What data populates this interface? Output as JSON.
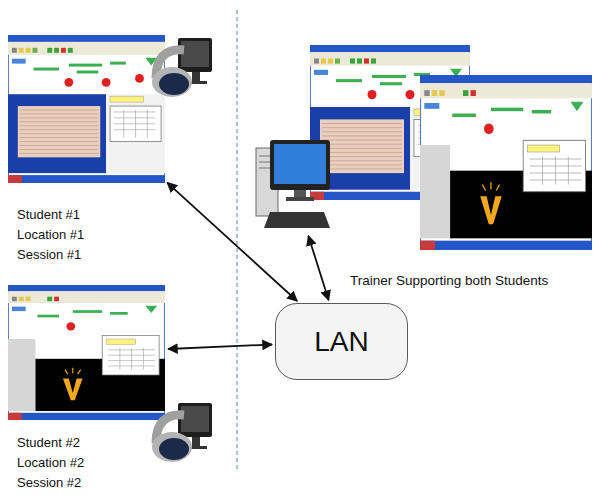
{
  "diagram": {
    "nodes": [
      {
        "text": [
          "Student #1 Location #1 Session #1"
        ]
      },
      {
        "text": [
          "Trainer Supporting both Students"
        ]
      },
      {
        "text": [
          "LAN"
        ]
      },
      {
        "text": [
          "Student #2 Location #2 Session #2"
        ]
      }
    ],
    "edges": [
      {
        "from": 2,
        "to": 0,
        "arrow": "both"
      },
      {
        "from": 2,
        "to": 1,
        "arrow": "both"
      },
      {
        "from": 2,
        "to": 3,
        "arrow": "both"
      }
    ]
  }
}
